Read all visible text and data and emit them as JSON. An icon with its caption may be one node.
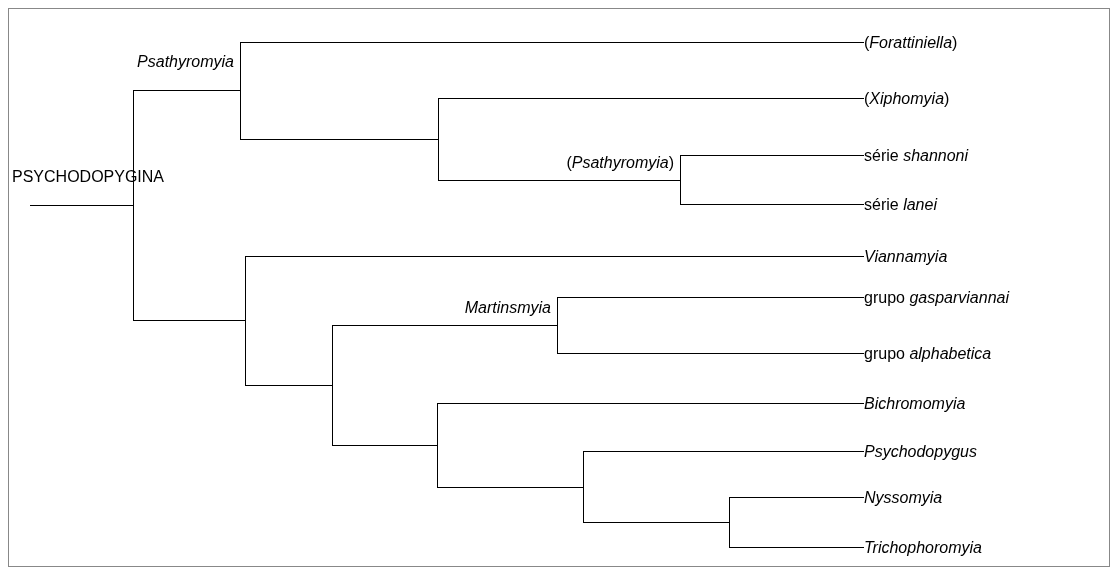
{
  "diagram": {
    "nodes": [
      {
        "text": [],
        "shape": "bar",
        "beside": [
          "PSYCHODOPYGINA"
        ]
      },
      {
        "text": [],
        "shape": "bar",
        "beside": [
          "Psathyromyia"
        ]
      },
      {
        "text": [
          "(*Forattiniella*)"
        ]
      },
      {
        "text": [],
        "shape": "bar"
      },
      {
        "text": [
          "(*Xiphomyia*)"
        ]
      },
      {
        "text": [],
        "shape": "bar",
        "beside": [
          "(*Psathyromyia*)"
        ]
      },
      {
        "text": [
          "série *shannoni*"
        ]
      },
      {
        "text": [
          "série *lanei*"
        ]
      },
      {
        "text": [],
        "shape": "bar"
      },
      {
        "text": [
          "Viannamyia"
        ]
      },
      {
        "text": [],
        "shape": "bar"
      },
      {
        "text": [],
        "shape": "bar",
        "beside": [
          "Martinsmyia"
        ]
      },
      {
        "text": [
          "grupo *gasparviannai*"
        ]
      },
      {
        "text": [
          "grupo *alphabetica*"
        ]
      },
      {
        "text": [],
        "shape": "bar"
      },
      {
        "text": [
          "Bichromomyia"
        ]
      },
      {
        "text": [],
        "shape": "bar"
      },
      {
        "text": [
          "Psychodopygus"
        ]
      },
      {
        "text": [],
        "shape": "bar"
      },
      {
        "text": [
          "Nyssomyia"
        ]
      },
      {
        "text": [
          "Trichophoromyia"
        ]
      }
    ],
    "edges": [
      {
        "from": null,
        "to": 0,
        "arrow": "none"
      },
      {
        "from": 0,
        "to": 1,
        "arrow": "none"
      },
      {
        "from": 0,
        "to": 8,
        "arrow": "none"
      },
      {
        "from": 1,
        "to": 2,
        "arrow": "none"
      },
      {
        "from": 1,
        "to": 3,
        "arrow": "none"
      },
      {
        "from": 3,
        "to": 4,
        "arrow": "none"
      },
      {
        "from": 3,
        "to": 5,
        "arrow": "none"
      },
      {
        "from": 5,
        "to": 6,
        "arrow": "none"
      },
      {
        "from": 5,
        "to": 7,
        "arrow": "none"
      },
      {
        "from": 8,
        "to": 9,
        "arrow": "none"
      },
      {
        "from": 8,
        "to": 10,
        "arrow": "none"
      },
      {
        "from": 10,
        "to": 11,
        "arrow": "none"
      },
      {
        "from": 10,
        "to": 14,
        "arrow": "none"
      },
      {
        "from": 11,
        "to": 12,
        "arrow": "none"
      },
      {
        "from": 11,
        "to": 13,
        "arrow": "none"
      },
      {
        "from": 14,
        "to": 15,
        "arrow": "none"
      },
      {
        "from": 14,
        "to": 16,
        "arrow": "none"
      },
      {
        "from": 16,
        "to": 17,
        "arrow": "none"
      },
      {
        "from": 16,
        "to": 18,
        "arrow": "none"
      },
      {
        "from": 18,
        "to": 19,
        "arrow": "none"
      },
      {
        "from": 18,
        "to": 20,
        "arrow": "none"
      }
    ]
  }
}
